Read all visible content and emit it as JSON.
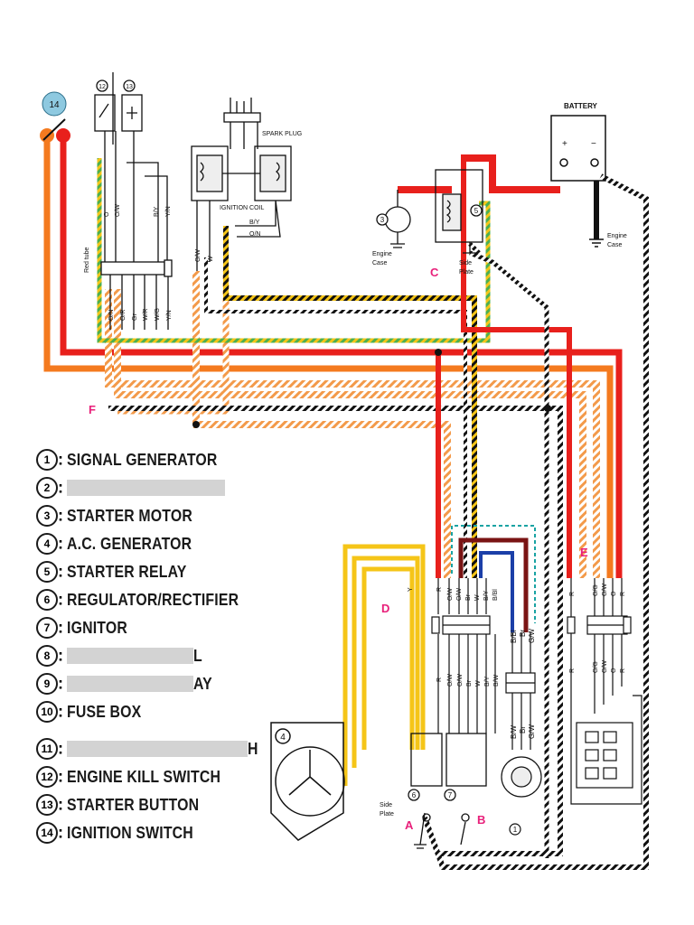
{
  "labels": {
    "battery": "BATTERY",
    "spark_plug": "SPARK PLUG",
    "ignition_coil": "IGNITION COIL",
    "engine_case_left": [
      "Engine",
      "Case"
    ],
    "engine_case_right": [
      "Engine",
      "Case"
    ],
    "side_plate_top": [
      "Side",
      "Plate"
    ],
    "side_plate_bottom": [
      "Side",
      "Plate"
    ],
    "red_tube": "Red tube",
    "switch_14": "14",
    "switch_12": "12",
    "switch_13": "13",
    "gen_4": "4",
    "relay_5": "5",
    "starter_3": "3",
    "unit_6": "6",
    "unit_7": "7",
    "sig_1": "1",
    "coil_by": "B/Y",
    "coil_on": "O/N"
  },
  "markers": {
    "A": "A",
    "B": "B",
    "C": "C",
    "D": "D",
    "E": "E",
    "F": "F"
  },
  "wire_codes": {
    "switch_top": [
      "O",
      "O/W",
      "B/Y",
      "Y/N"
    ],
    "switch_bottom": [
      "O/N",
      "O/R",
      "Gr",
      "W/R",
      "W/G",
      "Y/N"
    ],
    "coil_left": [
      "O/W",
      "W"
    ],
    "center_top": [
      "O/W",
      "O/W",
      "Br",
      "W",
      "B/Y",
      "B/Bl"
    ],
    "center_right": [
      "B/Bl",
      "Br",
      "G/W"
    ],
    "center_bottom": [
      "R",
      "O/W",
      "O/W",
      "Br",
      "W",
      "B/Y",
      "B/W"
    ],
    "signal_gen": [
      "B/W",
      "Br",
      "G/W"
    ],
    "right_top": [
      "R",
      "O/G",
      "O/W",
      "O",
      "R"
    ],
    "right_bottom": [
      "R",
      "O/G",
      "O/W",
      "O",
      "R"
    ],
    "d_wire": [
      "Y",
      "R"
    ]
  },
  "legend": [
    {
      "num": "1",
      "text": "SIGNAL GENERATOR",
      "redacted": false
    },
    {
      "num": "2",
      "text": "",
      "redacted": true
    },
    {
      "num": "3",
      "text": "STARTER MOTOR",
      "redacted": false
    },
    {
      "num": "4",
      "text": "A.C. GENERATOR",
      "redacted": false
    },
    {
      "num": "5",
      "text": "STARTER RELAY",
      "redacted": false
    },
    {
      "num": "6",
      "text": "REGULATOR/RECTIFIER",
      "redacted": false
    },
    {
      "num": "7",
      "text": "IGNITOR",
      "redacted": false
    },
    {
      "num": "8",
      "text": "L",
      "redacted": true
    },
    {
      "num": "9",
      "text": "AY",
      "redacted": true
    },
    {
      "num": "10",
      "text": "FUSE BOX",
      "redacted": false
    },
    {
      "num": "11",
      "text": "H",
      "redacted": true
    },
    {
      "num": "12",
      "text": "ENGINE KILL SWITCH",
      "redacted": false
    },
    {
      "num": "13",
      "text": "STARTER BUTTON",
      "redacted": false
    },
    {
      "num": "14",
      "text": "IGNITION SWITCH",
      "redacted": false
    }
  ],
  "colors": {
    "red": "#e8201c",
    "orange": "#f47a1f",
    "orange_hatch": "#f39a4a",
    "yellow": "#f5c518",
    "maroon": "#7a1414",
    "blue": "#1b3fa8",
    "cyan_dash": "#19a3a3",
    "green_dash": "#4caf50",
    "black": "#111111",
    "marker_pink": "#e8207a",
    "switch_blue": "#8ec9e0"
  }
}
